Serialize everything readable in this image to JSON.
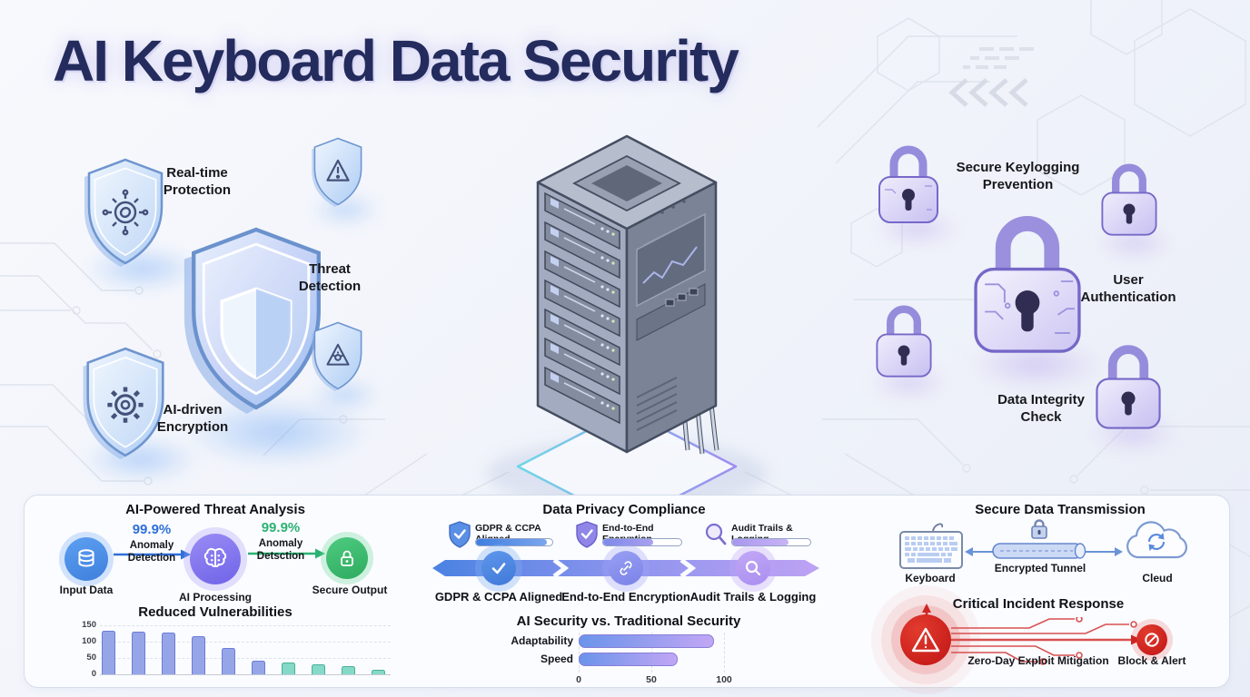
{
  "title": "AI Keyboard Data Security",
  "hero": {
    "shield_labels": [
      "Real-time Protection",
      "Threat Detection",
      "AI-driven Encryption"
    ],
    "lock_labels": [
      "Secure Keylogging Prevention",
      "User Authentication",
      "Data Integrity Check"
    ]
  },
  "threat_analysis": {
    "title": "AI-Powered Threat Analysis",
    "steps": [
      {
        "label": "Input Data",
        "icon": "database-icon"
      },
      {
        "label": "AI Processing",
        "icon": "brain-icon"
      },
      {
        "label": "Secure Output",
        "icon": "lock-icon"
      }
    ],
    "arrows": [
      {
        "percent": "99.9%",
        "label": "Anomaly Detection",
        "color": "#2e6fd8"
      },
      {
        "percent": "99.9%",
        "label": "Anomaly Detsction",
        "color": "#2bb273"
      }
    ]
  },
  "compliance": {
    "title": "Data Privacy Compliance",
    "items": [
      {
        "label": "GDPR & CCPA Aligned",
        "icon": "shield-check-icon",
        "progress": 93,
        "bar_colors": [
          "#3e7ee0",
          "#7ba6ee"
        ]
      },
      {
        "label": "End-to-End Encryption",
        "icon": "shield-check-icon",
        "progress": 64,
        "bar_colors": [
          "#7e88ea",
          "#a9a0f0"
        ]
      },
      {
        "label": "Audit Trails & Logging",
        "icon": "magnifier-icon",
        "progress": 72,
        "bar_colors": [
          "#a896ee",
          "#c9b4f6"
        ]
      }
    ],
    "timeline": [
      {
        "label": "GDPR & CCPA Aligned",
        "icon": "check-icon"
      },
      {
        "label": "End-to-End Encryption",
        "icon": "link-icon"
      },
      {
        "label": "Audit Trails & Logging",
        "icon": "magnifier-icon"
      }
    ]
  },
  "transmission": {
    "title": "Secure Data Transmission",
    "nodes": [
      {
        "label": "Keyboard",
        "icon": "keyboard-icon"
      },
      {
        "label": "Encrypted Tunnel",
        "icon": "tunnel-icon"
      },
      {
        "label": "Cleud",
        "icon": "cloud-icon"
      }
    ]
  },
  "incident": {
    "title": "Critical Incident Response",
    "mitigation_label": "Zero-Day Exploit Mitigation",
    "block_label": "Block & Alert"
  },
  "chart_data": [
    {
      "type": "bar",
      "title": "Reduced Vulnerabilities",
      "categories": [
        "",
        "",
        "",
        "",
        "",
        "",
        "",
        "",
        "",
        ""
      ],
      "values": [
        130,
        128,
        126,
        113,
        78,
        38,
        33,
        28,
        22,
        12
      ],
      "ylim": [
        0,
        150
      ],
      "yticks": [
        0,
        50,
        100,
        150
      ],
      "grid": "dashed-horizontal",
      "bar_colors": [
        "#95a5e8",
        "#95a5e8",
        "#95a5e8",
        "#95a5e8",
        "#95a5e8",
        "#95a5e8",
        "#85d9c7",
        "#85d9c7",
        "#85d9c7",
        "#85d9c7"
      ],
      "bar_borders": [
        "#6b7ed6",
        "#6b7ed6",
        "#6b7ed6",
        "#6b7ed6",
        "#6b7ed6",
        "#6b7ed6",
        "#49b09a",
        "#49b09a",
        "#49b09a",
        "#49b09a"
      ]
    },
    {
      "type": "bar",
      "orientation": "horizontal",
      "title": "AI Security vs. Traditional Security",
      "categories": [
        "Adaptability",
        "Speed"
      ],
      "values": [
        92,
        67
      ],
      "xlim": [
        0,
        100
      ],
      "xticks": [
        0,
        50,
        100
      ],
      "grid": "dashed-vertical",
      "bar_gradient": [
        "#6a94ea",
        "#c2a6f5"
      ]
    }
  ],
  "colors": {
    "title": "#242b5d",
    "shield_blue": "#aecdf4",
    "lock_purple": "#c7c0f1",
    "alert_red": "#c81818",
    "flow_blue": "#3f7fdd",
    "flow_purple": "#6f63e8",
    "flow_green": "#2eab5f"
  }
}
